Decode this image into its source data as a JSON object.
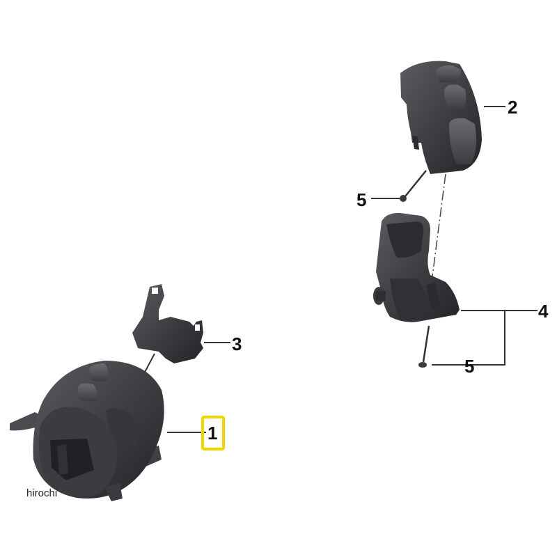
{
  "diagram": {
    "type": "exploded-parts-diagram",
    "subject": "handlebar switch housing assembly",
    "colors": {
      "background": "#ffffff",
      "part_fill": "#3d3f42",
      "part_highlight": "#5a5c60",
      "part_shadow": "#232427",
      "leader_line": "#333333",
      "label_text": "#111111",
      "highlight_box": "#f2d500"
    },
    "callouts": [
      {
        "id": "1",
        "label": "1",
        "part": "switch-housing-left",
        "highlighted": true
      },
      {
        "id": "2",
        "label": "2",
        "part": "switch-cover-right"
      },
      {
        "id": "3",
        "label": "3",
        "part": "switch-bracket"
      },
      {
        "id": "4",
        "label": "4",
        "part": "switch-housing-lower-right"
      },
      {
        "id": "5a",
        "label": "5",
        "part": "screw-upper"
      },
      {
        "id": "5b",
        "label": "5",
        "part": "screw-lower"
      }
    ],
    "watermark": "hirochi"
  }
}
